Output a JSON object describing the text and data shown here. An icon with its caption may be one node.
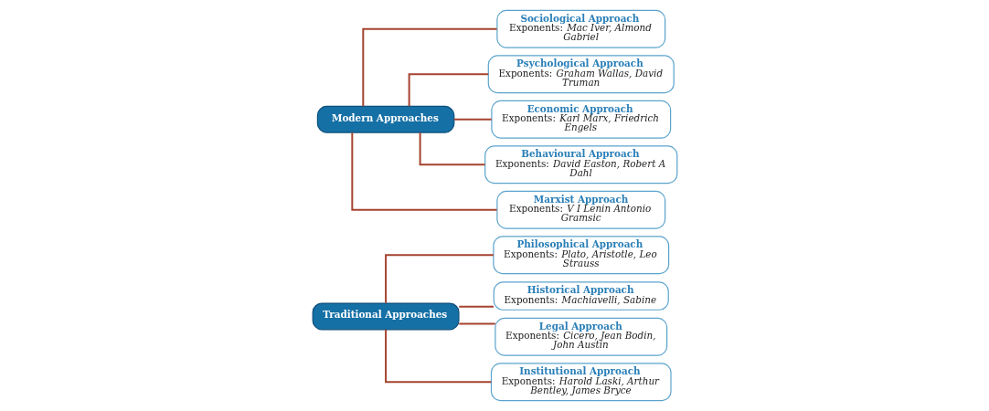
{
  "diagram": {
    "nodes": [
      {
        "text": [
          "Traditional Approaches"
        ]
      },
      {
        "text": [
          "Philosophical Approach",
          "Exponents: *Plato, Aristotle, Leo Strauss*"
        ]
      },
      {
        "text": [
          "Historical Approach",
          "Exponents: *Machiavelli, Sabine*"
        ]
      },
      {
        "text": [
          "Legal Approach",
          "Exponents: *Cicero, Jean Bodin, John Austin*"
        ]
      },
      {
        "text": [
          "Institutional Approach",
          "Exponents: *Harold Laski, Arthur Bentley, James Bryce*"
        ]
      },
      {
        "text": [
          "Modern Approaches"
        ]
      },
      {
        "text": [
          "Sociological Approach",
          "Exponents: *Mac Iver, Almond Gabriel*"
        ]
      },
      {
        "text": [
          "Psychological Approach",
          "Exponents: *Graham Wallas, David Truman*"
        ]
      },
      {
        "text": [
          "Economic Approach",
          "Exponents: *Karl Marx, Friedrich Engels*"
        ]
      },
      {
        "text": [
          "Behavioural Approach",
          "Exponents: *David Easton, Robert A Dahl*"
        ]
      },
      {
        "text": [
          "Marxist Approach",
          "Exponents: *V I Lenin Antonio Gramsic*"
        ]
      }
    ],
    "edges": [
      {
        "from": 0,
        "to": 1,
        "arrow": "none"
      },
      {
        "from": 0,
        "to": 2,
        "arrow": "none"
      },
      {
        "from": 0,
        "to": 3,
        "arrow": "none"
      },
      {
        "from": 0,
        "to": 4,
        "arrow": "none"
      },
      {
        "from": 5,
        "to": 6,
        "arrow": "none"
      },
      {
        "from": 5,
        "to": 7,
        "arrow": "none"
      },
      {
        "from": 5,
        "to": 8,
        "arrow": "none"
      },
      {
        "from": 5,
        "to": 9,
        "arrow": "none"
      },
      {
        "from": 5,
        "to": 10,
        "arrow": "none"
      }
    ]
  }
}
